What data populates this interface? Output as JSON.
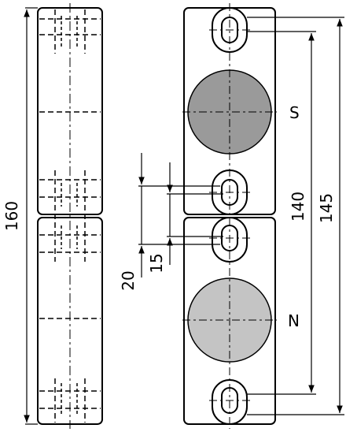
{
  "drawing": {
    "dimensions": {
      "overall_height": "160",
      "hole_pitch_inner": "140",
      "hole_pitch_outer": "145",
      "offset_a": "20",
      "offset_b": "15"
    },
    "poles": {
      "south": "S",
      "north": "N"
    },
    "colors": {
      "line": "#000000",
      "magnet_south": "#9a9a9a",
      "magnet_north": "#c4c4c4",
      "background": "#ffffff"
    }
  }
}
